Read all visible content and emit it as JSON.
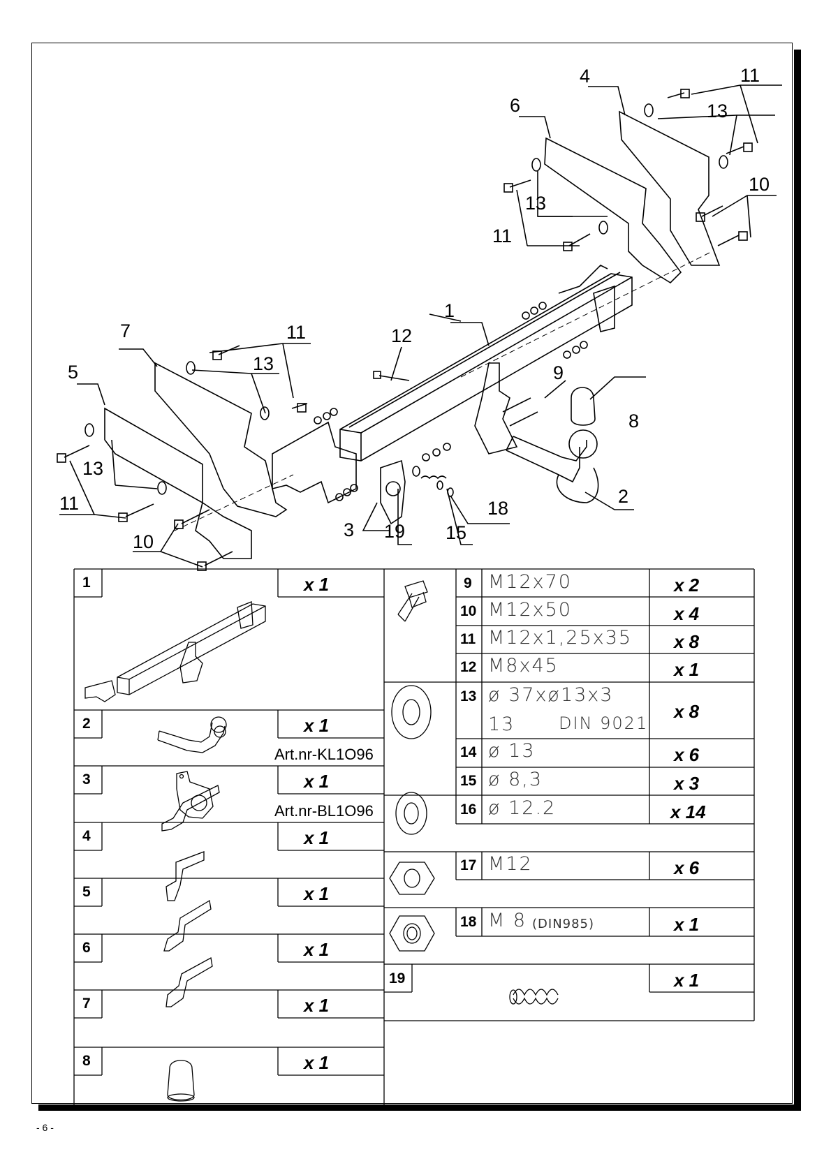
{
  "callouts": {
    "c1": "1",
    "c2": "2",
    "c3": "3",
    "c4": "4",
    "c5": "5",
    "c6": "6",
    "c7": "7",
    "c8": "8",
    "c9": "9",
    "c10a": "10",
    "c10b": "10",
    "c11a": "11",
    "c11b": "11",
    "c11c": "11",
    "c11d": "11",
    "c12": "12",
    "c13a": "13",
    "c13b": "13",
    "c13c": "13",
    "c13d": "13",
    "c15": "15",
    "c18": "18",
    "c19": "19"
  },
  "parts_left": [
    {
      "num": "1",
      "qty": "x 1",
      "icon": "tow-bar-crossmember-icon"
    },
    {
      "num": "2",
      "qty": "x 1",
      "artnr": "Art.nr-KL1O96",
      "icon": "tow-ball-neck-icon"
    },
    {
      "num": "3",
      "qty": "x 1",
      "artnr": "Art.nr-BL1O96",
      "icon": "socket-plate-icon"
    },
    {
      "num": "4",
      "qty": "x 1",
      "icon": "bracket-4-icon"
    },
    {
      "num": "5",
      "qty": "x 1",
      "icon": "bracket-5-icon"
    },
    {
      "num": "6",
      "qty": "x 1",
      "icon": "bracket-6-icon"
    },
    {
      "num": "7",
      "qty": "x 1",
      "icon": "bracket-7-icon"
    },
    {
      "num": "8",
      "qty": "x 1",
      "icon": "ball-cover-icon"
    }
  ],
  "parts_right": [
    {
      "num": "9",
      "spec": "M12x70",
      "qty": "x 2"
    },
    {
      "num": "10",
      "spec": "M12x50",
      "qty": "x 4"
    },
    {
      "num": "11",
      "spec": "M12x1,25x35",
      "qty": "x 8"
    },
    {
      "num": "12",
      "spec": "M8x45",
      "qty": "x 1"
    },
    {
      "num": "13",
      "spec": "ø 37xø13x3",
      "spec2_a": "13",
      "spec2_b": "DIN 9021",
      "qty": "x 8"
    },
    {
      "num": "14",
      "spec": "ø 13",
      "qty": "x 6"
    },
    {
      "num": "15",
      "spec": "ø 8,3",
      "qty": "x 3"
    },
    {
      "num": "16",
      "spec": "ø 12.2",
      "qty": "x 14"
    },
    {
      "num": "17",
      "spec": "M12",
      "qty": "x 6"
    },
    {
      "num": "18",
      "spec": "M 8",
      "spec_small": "(DIN985)",
      "qty": "x 1"
    },
    {
      "num": "19",
      "qty": "x 1"
    }
  ],
  "page_number": "- 6 -"
}
